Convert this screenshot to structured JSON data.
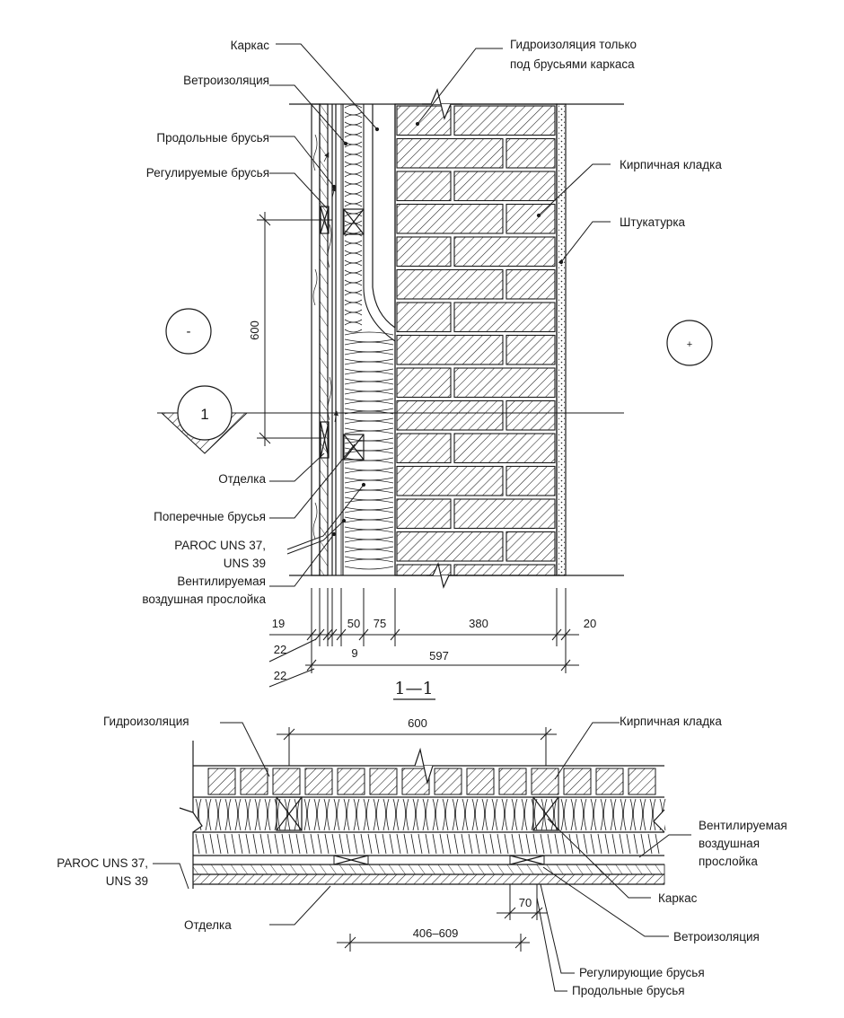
{
  "labels": {
    "karkas": "Каркас",
    "vetroizol": "Ветроизоляция",
    "prodol": "Продольные брусья",
    "regul": "Регулируемые брусья",
    "gidro_only_1": "Гидроизоляция только",
    "gidro_only_2": "под брусьями каркаса",
    "kirpich": "Кирпичная кладка",
    "shtuk": "Штукатурка",
    "otdelka": "Отделка",
    "poperech": "Поперечные брусья",
    "paroc_1": "PAROC UNS 37,",
    "paroc_2": "UNS 39",
    "vent_1": "Вентилируемая",
    "vent_2": "воздушная прослойка",
    "minus": "-",
    "plus": "+",
    "section_mark": "1"
  },
  "dims": {
    "d600v": "600",
    "d19": "19",
    "d50": "50",
    "d75": "75",
    "d380": "380",
    "d20": "20",
    "d22a": "22",
    "d9": "9",
    "d597": "597",
    "d22b": "22"
  },
  "section_title": "1—1",
  "plan": {
    "gidro": "Гидроизоляция",
    "d600": "600",
    "kirpich": "Кирпичная кладка",
    "vent_1": "Вентилируемая",
    "vent_2": "воздушная",
    "vent_3": "прослойка",
    "paroc_1": "PAROC UNS 37,",
    "paroc_2": "UNS 39",
    "karkas": "Каркас",
    "d70": "70",
    "otdelka": "Отделка",
    "vetroizol": "Ветроизоляция",
    "d406": "406–609",
    "regul": "Регулирующие брусья",
    "prodol": "Продольные брусья"
  }
}
